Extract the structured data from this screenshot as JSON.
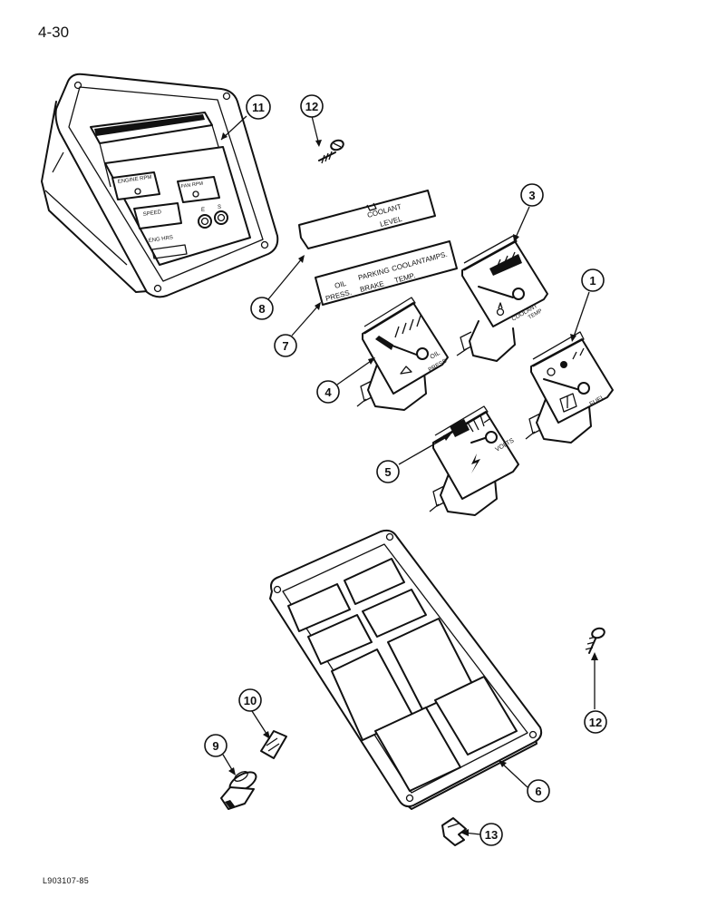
{
  "page": {
    "number": "4-30",
    "footer_code": "L903107-85"
  },
  "panel_11": {
    "labels": {
      "engine_rpm": "ENGINE RPM",
      "speed": "SPEED",
      "fan_rpm": "FAN RPM",
      "eng_hrs": "ENG HRS",
      "e": "E",
      "s": "S"
    }
  },
  "label_8": {
    "line1": "COOLANT",
    "line2": "LEVEL"
  },
  "label_7": {
    "line1": [
      "OIL",
      "PARKING",
      "COOLANT",
      "AMPS."
    ],
    "line2": [
      "PRESS.",
      "BRAKE",
      "TEMP."
    ]
  },
  "gauges": {
    "oil_press": {
      "line1": "OIL",
      "line2": "PRESS"
    },
    "coolant_temp": {
      "line1": "COOLANT",
      "line2": "TEMP"
    },
    "fuel": {
      "text": "FUEL"
    },
    "volts": {
      "text": "VOLTS"
    }
  },
  "callouts": [
    {
      "id": "11",
      "text": "11"
    },
    {
      "id": "12a",
      "text": "12"
    },
    {
      "id": "3",
      "text": "3"
    },
    {
      "id": "8",
      "text": "8"
    },
    {
      "id": "7",
      "text": "7"
    },
    {
      "id": "1",
      "text": "1"
    },
    {
      "id": "4",
      "text": "4"
    },
    {
      "id": "5",
      "text": "5"
    },
    {
      "id": "10",
      "text": "10"
    },
    {
      "id": "9",
      "text": "9"
    },
    {
      "id": "12b",
      "text": "12"
    },
    {
      "id": "6",
      "text": "6"
    },
    {
      "id": "13",
      "text": "13"
    }
  ]
}
